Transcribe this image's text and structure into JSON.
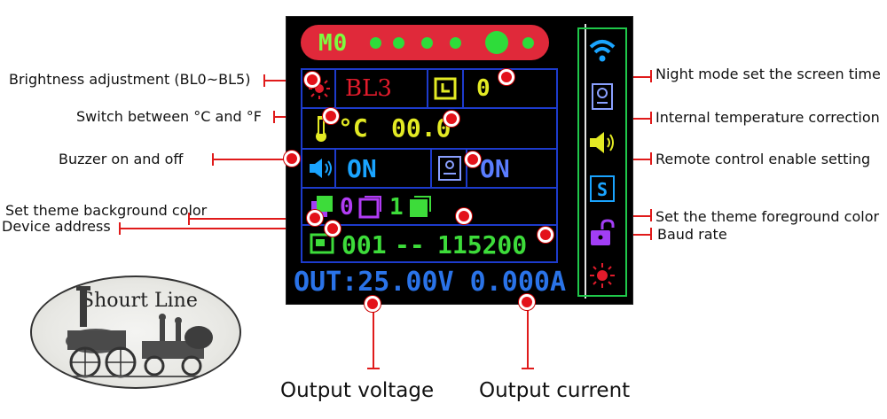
{
  "screen": {
    "mode": "M0",
    "brightness": "BL3",
    "night_time": "0",
    "temp_unit": "°C",
    "temp_correction": "00.0",
    "buzzer": "ON",
    "remote": "ON",
    "theme_bg": "0",
    "theme_fg": "1",
    "address": "001",
    "separator": "--",
    "baud": "115200",
    "output": "OUT:25.00V 0.000A"
  },
  "callouts": {
    "brightness": "Brightness adjustment (BL0~BL5)",
    "unit_switch": "Switch between °C and °F",
    "buzzer": "Buzzer on and off",
    "theme_bg": "Set theme background color",
    "device_address": "Device address",
    "night_mode": "Night mode set the screen time",
    "temp_correction": "Internal temperature correction",
    "remote": "Remote control enable setting",
    "theme_fg": "Set the theme foreground color",
    "baud_rate": "Baud rate",
    "output_voltage": "Output voltage",
    "output_current": "Output current"
  },
  "logo": {
    "text": "Shourt Line"
  },
  "colors": {
    "annotation_red": "#e01b1b",
    "screen_bg": "#000000",
    "grid_blue": "#1d3bcc",
    "mode_bar": "#e0293a",
    "text_green": "#3ddc3a",
    "text_yellow": "#e3ea24",
    "text_red": "#e11b2b",
    "output_blue": "#2a73e8",
    "sidebar_border": "#1fc84a"
  },
  "icons": [
    "sun-icon",
    "clock-icon",
    "thermometer-icon",
    "speaker-icon",
    "remote-icon",
    "theme-bg-icon",
    "theme-fg-icon",
    "address-icon",
    "wifi-icon",
    "lock-icon",
    "s-icon"
  ]
}
